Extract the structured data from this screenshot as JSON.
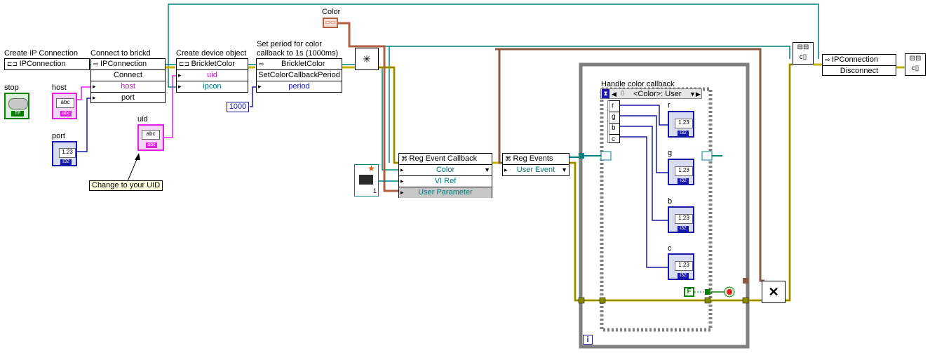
{
  "labels": {
    "create_ip": "Create IP Connection",
    "connect": "Connect to brickd",
    "create_device": "Create device object",
    "set_period_1": "Set period for color",
    "set_period_2": "callback to 1s (1000ms)",
    "color": "Color",
    "stop": "stop",
    "host": "host",
    "port": "port",
    "uid": "uid",
    "comment": "Change to your UID",
    "handle": "Handle color callback"
  },
  "nodes": {
    "ipconn": "IPConnection",
    "connect_head": "IPConnection",
    "connect_method": "Connect",
    "connect_host": "host",
    "connect_port": "port",
    "brick_head": "BrickletColor",
    "brick_uid": "uid",
    "brick_ipcon": "ipcon",
    "setp_head": "BrickletColor",
    "setp_method": "SetColorCallbackPeriod",
    "setp_period": "period",
    "reg_cb_head": "Reg Event Callback",
    "reg_cb_color": "Color",
    "reg_cb_vi": "VI Ref",
    "reg_cb_user": "User Parameter",
    "reg_ev_head": "Reg Events",
    "reg_ev_user": "User Event",
    "disc_head": "IPConnection",
    "disc_method": "Disconnect"
  },
  "constants": {
    "period": "1000",
    "false_const": "F"
  },
  "event_case": {
    "selector_index": "0",
    "selector_label": "<Color>: User",
    "terminals": [
      "r",
      "g",
      "b",
      "c"
    ],
    "indicator_value": "1.23",
    "vi_ref_num": "1"
  },
  "indicators": [
    "r",
    "g",
    "b",
    "c"
  ],
  "tags": {
    "str": "abc",
    "num": "1.23",
    "tf": "TF",
    "i32": "I32",
    "loop_i": "i"
  },
  "colors": {
    "refnum": "#00807e",
    "error": "#c8b400",
    "string": "#e020e0",
    "number": "#1818a8",
    "boolean": "#088008",
    "loop": "#7f7f7f"
  }
}
